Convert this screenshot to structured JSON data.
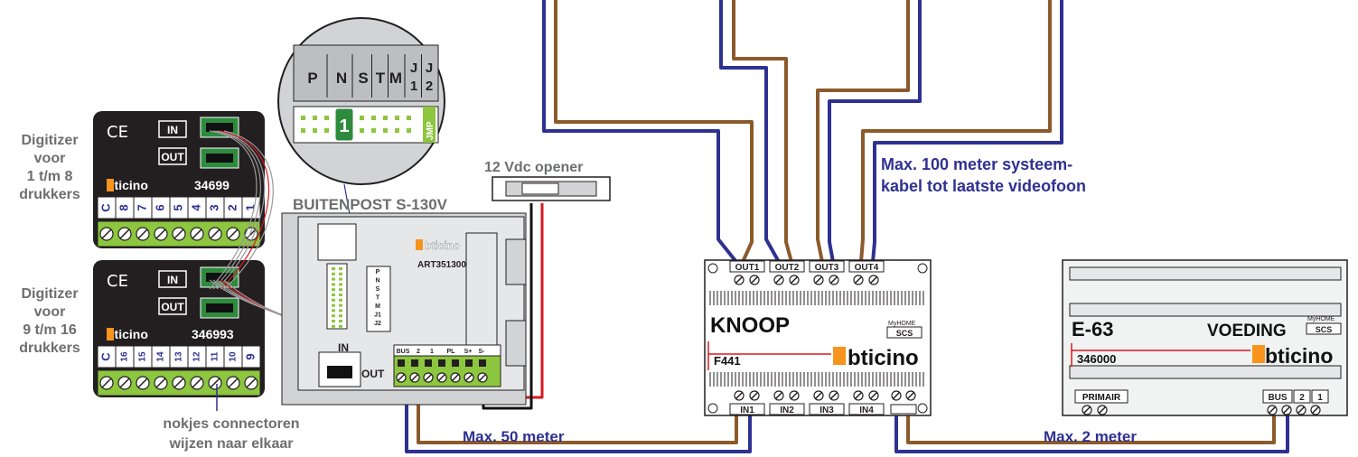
{
  "digitizer_top": {
    "label_lines": [
      "Digitizer",
      "voor",
      "1 t/m 8",
      "drukkers"
    ],
    "brand": "bticino",
    "model": "34699",
    "in_label": "IN",
    "out_label": "OUT",
    "terminals": [
      "C",
      "8",
      "7",
      "6",
      "5",
      "4",
      "3",
      "2",
      "1"
    ]
  },
  "digitizer_bottom": {
    "label_lines": [
      "Digitizer",
      "voor",
      "9 t/m 16",
      "drukkers"
    ],
    "brand": "bticino",
    "model": "346993",
    "in_label": "IN",
    "out_label": "OUT",
    "terminals": [
      "C",
      "16",
      "15",
      "14",
      "13",
      "12",
      "11",
      "10",
      "9"
    ]
  },
  "connector_note_lines": [
    "nokjes connectoren",
    "wijzen naar elkaar"
  ],
  "zoom_detail": {
    "terminals": [
      "P",
      "N",
      "S",
      "T",
      "M",
      "J\n1",
      "J\n2"
    ],
    "jumper_number": "1",
    "jumper_label": "JMP"
  },
  "outdoor_station": {
    "title": "BUITENPOST S-130V",
    "brand": "bticino",
    "article": "ART351300",
    "in_label": "IN",
    "out_label": "OUT",
    "terminals": [
      "BUS",
      "2",
      "1",
      "PL",
      "S+",
      "S-"
    ],
    "mini_terminals": [
      "P",
      "N",
      "S",
      "T",
      "M",
      "J1",
      "J2"
    ]
  },
  "opener": {
    "label": "12 Vdc opener"
  },
  "cable_note_lines": [
    "Max. 100 meter systeem-",
    "kabel tot laatste videofoon"
  ],
  "knoop": {
    "name": "KNOOP",
    "code": "F441",
    "brand": "bticino",
    "badge_top": "MyHOME",
    "badge_bottom": "SCS",
    "outputs": [
      "OUT1",
      "OUT2",
      "OUT3",
      "OUT4"
    ],
    "inputs": [
      "IN1",
      "IN2",
      "IN3",
      "IN4"
    ]
  },
  "voeding": {
    "code_top": "E-63",
    "name": "VOEDING",
    "code": "346000",
    "brand": "bticino",
    "badge_top": "MyHOME",
    "badge_bottom": "SCS",
    "primary_label": "PRIMAIR",
    "bus_labels": [
      "BUS",
      "2",
      "1"
    ]
  },
  "distance_left": "Max. 50 meter",
  "distance_right": "Max. 2 meter",
  "colors": {
    "blue_wire": "#2e3192",
    "brown_wire": "#8b5a2b",
    "red_wire": "#d71920",
    "terminal_green": "#8dc63f",
    "connector_green": "#2e8b3e",
    "label_grey": "#6d6e70",
    "label_navy": "#2e3192",
    "brand_orange": "#f7941d"
  }
}
